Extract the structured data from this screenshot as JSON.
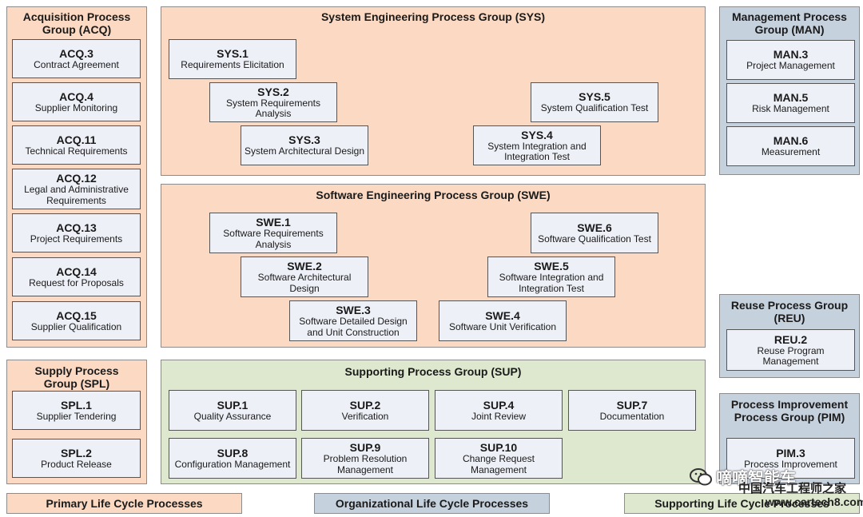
{
  "groups": {
    "acq": {
      "title": "Acquisition Process Group (ACQ)",
      "processes": [
        {
          "code": "ACQ.3",
          "name": "Contract Agreement"
        },
        {
          "code": "ACQ.4",
          "name": "Supplier Monitoring"
        },
        {
          "code": "ACQ.11",
          "name": "Technical Requirements"
        },
        {
          "code": "ACQ.12",
          "name": "Legal and Administrative Requirements"
        },
        {
          "code": "ACQ.13",
          "name": "Project Requirements"
        },
        {
          "code": "ACQ.14",
          "name": "Request for Proposals"
        },
        {
          "code": "ACQ.15",
          "name": "Supplier Qualification"
        }
      ]
    },
    "spl": {
      "title": "Supply Process Group (SPL)",
      "processes": [
        {
          "code": "SPL.1",
          "name": "Supplier Tendering"
        },
        {
          "code": "SPL.2",
          "name": "Product Release"
        }
      ]
    },
    "sys": {
      "title": "System Engineering Process Group (SYS)",
      "processes": [
        {
          "code": "SYS.1",
          "name": "Requirements Elicitation"
        },
        {
          "code": "SYS.2",
          "name": "System Requirements Analysis"
        },
        {
          "code": "SYS.3",
          "name": "System Architectural Design"
        },
        {
          "code": "SYS.4",
          "name": "System Integration and Integration Test"
        },
        {
          "code": "SYS.5",
          "name": "System Qualification Test"
        }
      ]
    },
    "swe": {
      "title": "Software Engineering Process Group (SWE)",
      "processes": [
        {
          "code": "SWE.1",
          "name": "Software Requirements Analysis"
        },
        {
          "code": "SWE.2",
          "name": "Software Architectural Design"
        },
        {
          "code": "SWE.3",
          "name": "Software Detailed Design and Unit Construction"
        },
        {
          "code": "SWE.4",
          "name": "Software Unit Verification"
        },
        {
          "code": "SWE.5",
          "name": "Software Integration and Integration Test"
        },
        {
          "code": "SWE.6",
          "name": "Software Qualification Test"
        }
      ]
    },
    "sup": {
      "title": "Supporting Process Group (SUP)",
      "processes": [
        {
          "code": "SUP.1",
          "name": "Quality Assurance"
        },
        {
          "code": "SUP.2",
          "name": "Verification"
        },
        {
          "code": "SUP.4",
          "name": "Joint Review"
        },
        {
          "code": "SUP.7",
          "name": "Documentation"
        },
        {
          "code": "SUP.8",
          "name": "Configuration Management"
        },
        {
          "code": "SUP.9",
          "name": "Problem Resolution Management"
        },
        {
          "code": "SUP.10",
          "name": "Change Request Management"
        }
      ]
    },
    "man": {
      "title": "Management Process Group (MAN)",
      "processes": [
        {
          "code": "MAN.3",
          "name": "Project Management"
        },
        {
          "code": "MAN.5",
          "name": "Risk Management"
        },
        {
          "code": "MAN.6",
          "name": "Measurement"
        }
      ]
    },
    "reu": {
      "title": "Reuse Process Group (REU)",
      "processes": [
        {
          "code": "REU.2",
          "name": "Reuse Program Management"
        }
      ]
    },
    "pim": {
      "title": "Process Improvement Process Group (PIM)",
      "processes": [
        {
          "code": "PIM.3",
          "name": "Process Improvement"
        }
      ]
    }
  },
  "legend": {
    "primary": "Primary Life Cycle Processes",
    "organizational": "Organizational Life Cycle Processes",
    "supporting": "Supporting Life Cycle Processes"
  },
  "colors": {
    "primary": "#fbd9c2",
    "organizational": "#c6d1de",
    "supporting": "#dde8cf",
    "process_box": "#edf0f7"
  },
  "watermark": {
    "line1": "嘀嘀智能车",
    "line2": "中国汽车工程师之家",
    "line3": "www.cartech8.com"
  }
}
